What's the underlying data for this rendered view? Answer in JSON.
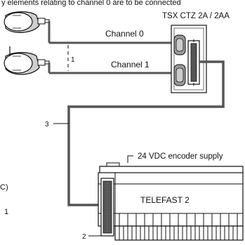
{
  "header": {
    "text": "y elements relating to channel 0 are to be  connected"
  },
  "module": {
    "name": "TSX CTZ 2A / 2AA"
  },
  "channels": [
    {
      "label": "Channel 0"
    },
    {
      "label": "Channel 1"
    }
  ],
  "supply": {
    "label": "24 VDC encoder supply"
  },
  "telefast": {
    "label": "TELEFAST 2"
  },
  "callouts": [
    {
      "label": "1"
    },
    {
      "label": "3"
    },
    {
      "label": "2"
    }
  ],
  "left_margin": {
    "line1": "C)",
    "line2": "1"
  },
  "colors": {
    "cable": "#555555",
    "ink": "#111111",
    "metal": "#9a9a9a"
  }
}
